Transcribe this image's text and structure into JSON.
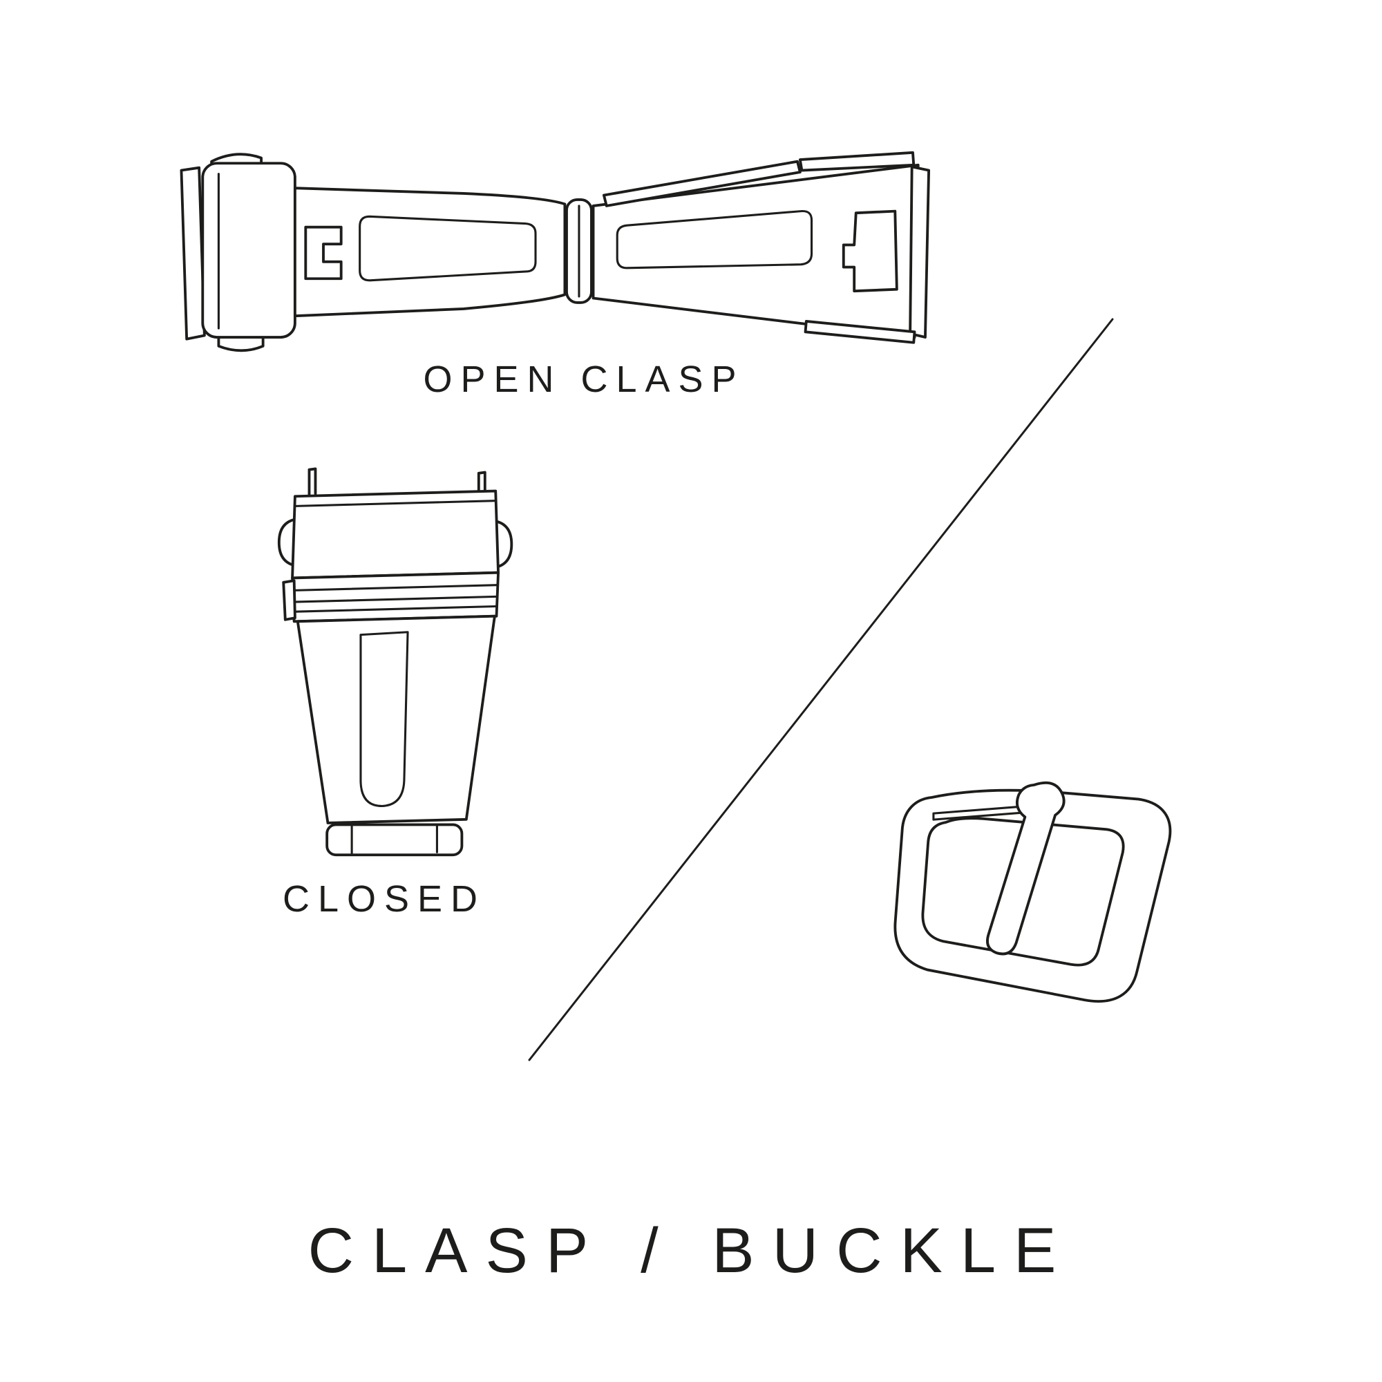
{
  "page": {
    "background_color": "#ffffff",
    "ink_color": "#1d1d1b"
  },
  "figures": {
    "open_clasp": {
      "caption": "OPEN CLASP"
    },
    "closed_clasp": {
      "caption": "CLOSED"
    },
    "buckle": {
      "caption": ""
    }
  },
  "title": "CLASP / BUCKLE"
}
